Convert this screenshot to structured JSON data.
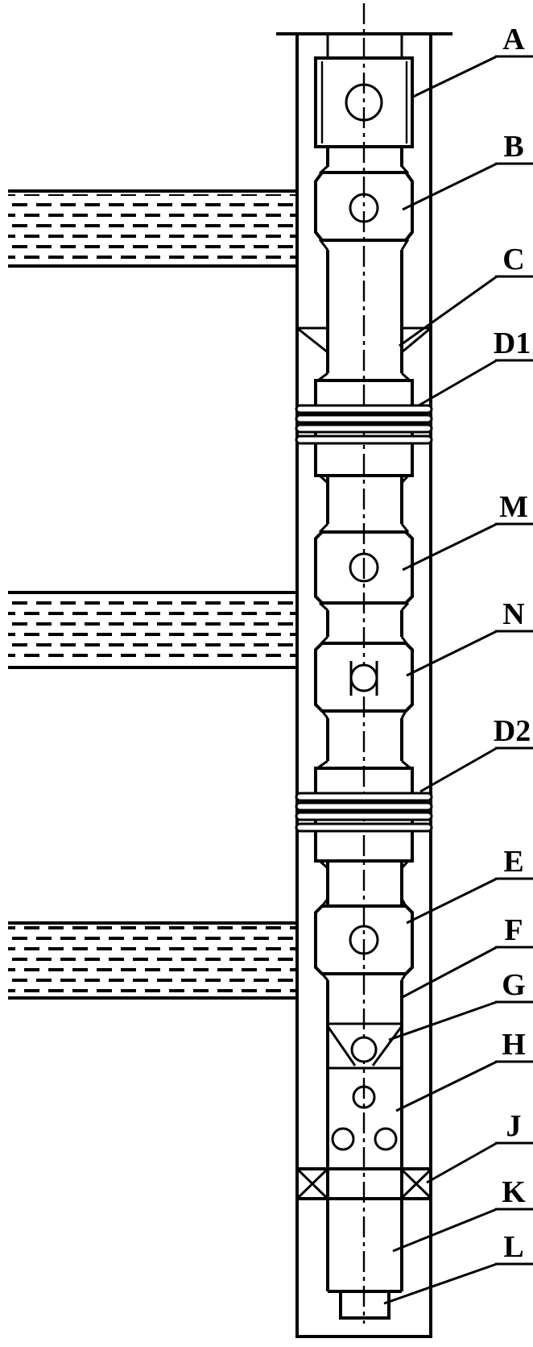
{
  "figure": {
    "type": "patent-well-completion-schematic",
    "background_color": "#ffffff",
    "line_color": "#000000"
  },
  "labels": {
    "A": {
      "text": "A"
    },
    "B": {
      "text": "B"
    },
    "C": {
      "text": "C"
    },
    "D1": {
      "text": "D1"
    },
    "M": {
      "text": "M"
    },
    "N": {
      "text": "N"
    },
    "D2": {
      "text": "D2"
    },
    "E": {
      "text": "E"
    },
    "F": {
      "text": "F"
    },
    "G": {
      "text": "G"
    },
    "H": {
      "text": "H"
    },
    "J": {
      "text": "J"
    },
    "K": {
      "text": "K"
    },
    "L": {
      "text": "L"
    }
  }
}
